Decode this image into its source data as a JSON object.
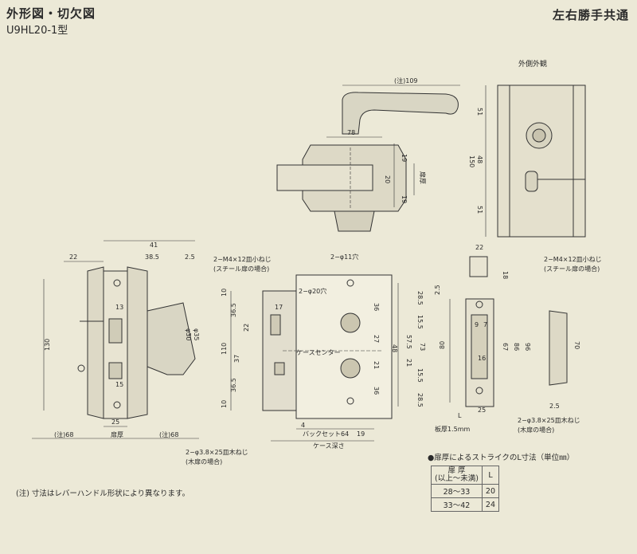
{
  "header": {
    "title": "外形図・切欠図",
    "model": "U9HL20-1型",
    "right_label": "左右勝手共通"
  },
  "exterior_label": "外側外観",
  "front_view": {
    "width_note": "(注)109",
    "dim_78": "78",
    "dim_19a": "19",
    "dim_20": "20",
    "dim_19b": "19",
    "door_thickness": "扉厚"
  },
  "exterior_view": {
    "dim_51a": "51",
    "dim_150": "150",
    "dim_48": "48",
    "dim_51b": "51"
  },
  "side_view": {
    "dim_22": "22",
    "dim_41": "41",
    "dim_38_5": "38.5",
    "dim_2_5": "2.5",
    "dim_13": "13",
    "dim_phi30": "φ30",
    "dim_phi35": "φ35",
    "dim_130": "130",
    "dim_15": "15",
    "dim_25": "25",
    "dim_68a": "(注)68",
    "dim_door": "扉厚",
    "dim_68b": "(注)68"
  },
  "cutout_view": {
    "screw_m4": "2−M4×12皿小ねじ",
    "steel_door": "(スチール扉の場合)",
    "hole_11": "2−φ11穴",
    "hole_20": "2−φ20穴",
    "dim_10a": "10",
    "dim_36_5a": "36.5",
    "dim_17": "17",
    "dim_22": "22",
    "dim_110": "110",
    "dim_37": "37",
    "dim_36_5b": "36.5",
    "dim_10b": "10",
    "dim_4": "4",
    "case_center": "ケースセンター",
    "dim_36a": "36",
    "dim_27": "27",
    "dim_48": "48",
    "dim_21a": "21",
    "dim_36b": "36",
    "dim_28_5a": "28.5",
    "dim_15_5a": "15.5",
    "dim_57_5": "57.5",
    "dim_73": "73",
    "dim_21b": "21",
    "dim_15_5b": "15.5",
    "dim_28_5b": "28.5",
    "backset": "バックセット64",
    "dim_19": "19",
    "case_depth": "ケース深さ",
    "screw_wood": "2−φ3.8×25皿木ねじ",
    "wood_door": "(木扉の場合)"
  },
  "strike_view": {
    "dim_22": "22",
    "dim_18": "18",
    "screw_m4": "2−M4×12皿小ねじ",
    "steel_door": "(スチール扉の場合)",
    "dim_2_5a": "2.5",
    "dim_9": "9",
    "dim_7": "7",
    "dim_80": "80",
    "dim_67": "67",
    "dim_86": "86",
    "dim_96": "96",
    "dim_16": "16",
    "dim_70": "70",
    "dim_25": "25",
    "dim_L": "L",
    "dim_2_5b": "2.5",
    "plate_thickness": "板厚1.5mm",
    "screw_wood": "2−φ3.8×25皿木ねじ",
    "wood_door": "(木扉の場合)"
  },
  "strike_table": {
    "title": "●扉厚によるストライクのL寸法（単位㎜）",
    "head_thickness": "扉 厚",
    "head_range": "(以上〜未満)",
    "head_L": "L",
    "rows": [
      {
        "range": "28〜33",
        "L": "20"
      },
      {
        "range": "33〜42",
        "L": "24"
      }
    ]
  },
  "footnote": "(注) 寸法はレバーハンドル形状により異なります。"
}
